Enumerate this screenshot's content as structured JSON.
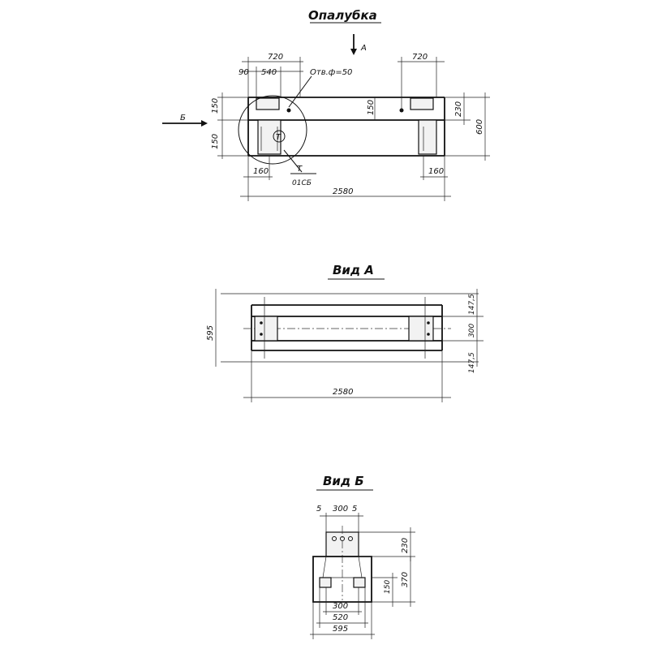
{
  "views": {
    "formwork": {
      "title": "Опалубка",
      "view_a_marker": "А",
      "view_b_marker": "Б",
      "hole_label": "Отв.ф=50",
      "t_mark": "Т",
      "t_ref": "01СБ",
      "dims": {
        "top_left_total": "720",
        "top_left_small": "90",
        "top_left_mid": "540",
        "top_right_total": "720",
        "left_upper": "150",
        "left_lower": "150",
        "inner_150": "150",
        "right_230": "230",
        "right_total": "600",
        "bottom_left_160": "160",
        "bottom_right_160": "160",
        "length": "2580"
      }
    },
    "view_a": {
      "title": "Вид А",
      "dims": {
        "height": "595",
        "top_edge": "147,5",
        "middle": "300",
        "bottom_edge": "147,5",
        "length": "2580"
      }
    },
    "view_b": {
      "title": "Вид Б",
      "dims": {
        "top_left_5": "5",
        "top_300": "300",
        "top_right_5": "5",
        "right_230": "230",
        "right_370": "370",
        "right_150": "150",
        "bottom_300": "300",
        "bottom_520": "520",
        "bottom_595": "595"
      }
    }
  }
}
